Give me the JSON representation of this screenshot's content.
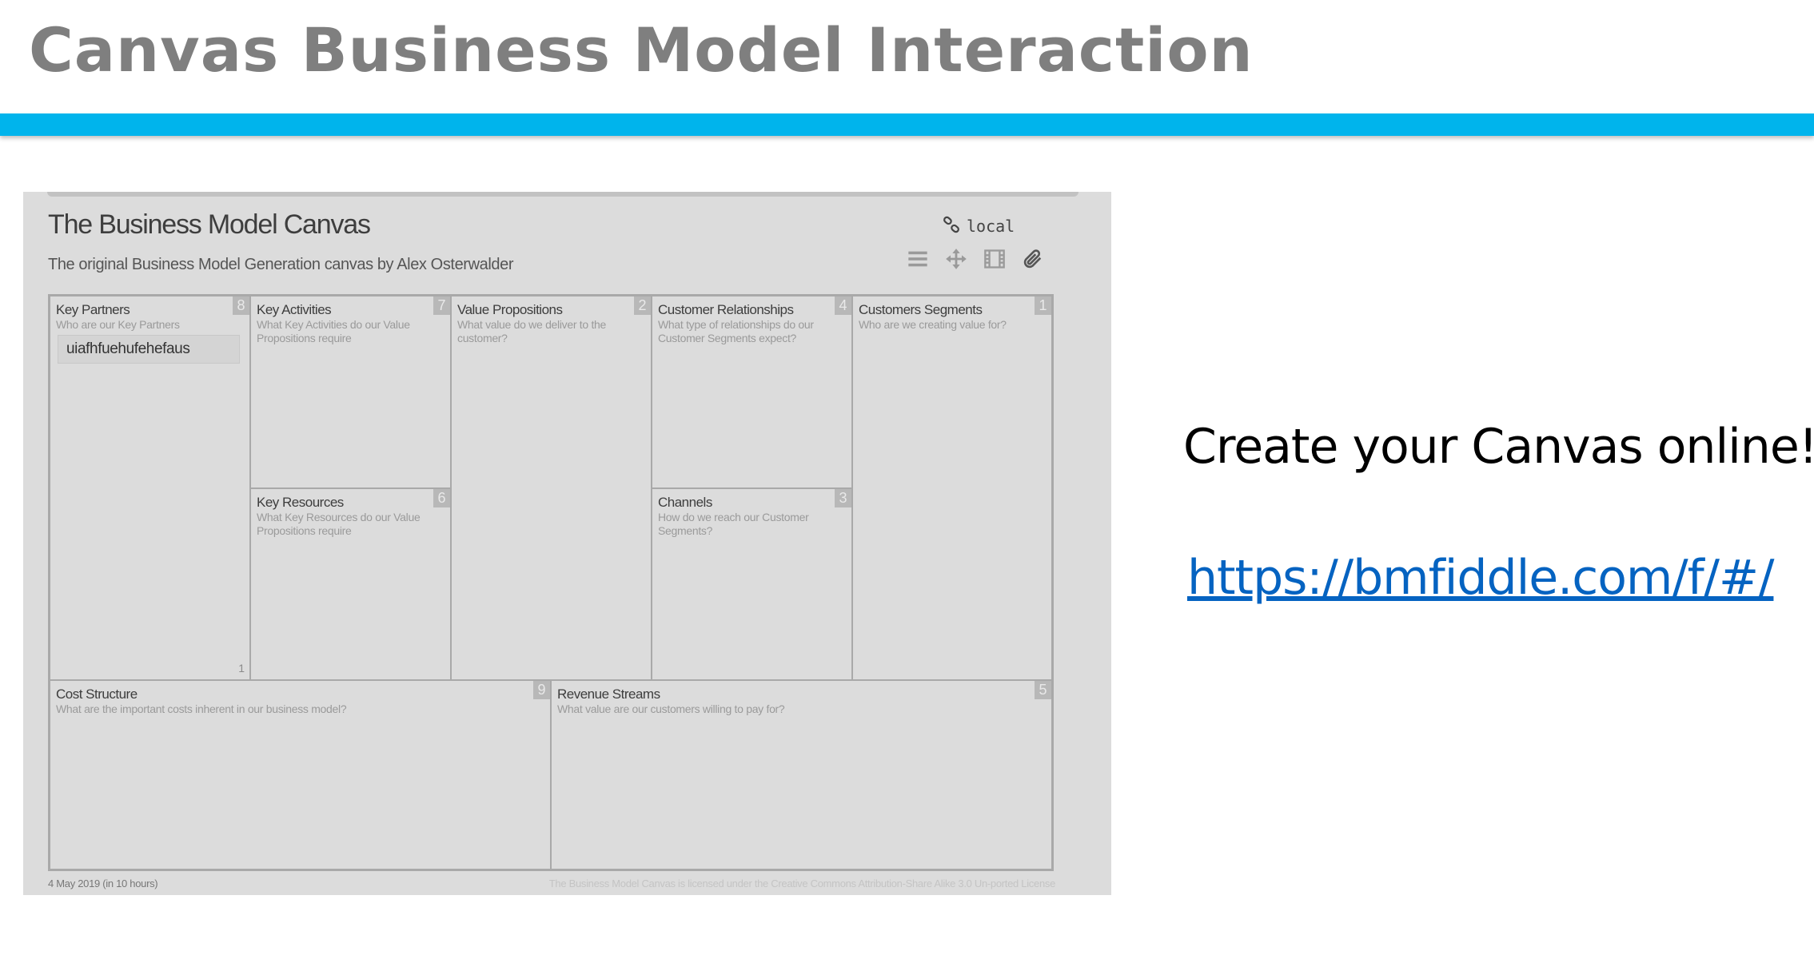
{
  "slide": {
    "title": "Canvas Business Model Interaction",
    "accent_color": "#00b4ec"
  },
  "canvas_app": {
    "title": "The Business Model Canvas",
    "subtitle": "The original Business Model Generation canvas by Alex Osterwalder",
    "link_label": "local",
    "toolbar_icons": [
      "list-icon",
      "move-icon",
      "film-icon",
      "paperclip-icon"
    ],
    "blocks": {
      "key_partners": {
        "title": "Key Partners",
        "question": "Who are our Key Partners",
        "number": "8",
        "note": "uiafhfuehufehefaus",
        "note_count": "1"
      },
      "key_activities": {
        "title": "Key Activities",
        "question": "What Key Activities do our Value Propositions require",
        "number": "7"
      },
      "key_resources": {
        "title": "Key Resources",
        "question": "What Key Resources do our Value Propositions require",
        "number": "6"
      },
      "value_propositions": {
        "title": "Value Propositions",
        "question": "What value do we deliver to the customer?",
        "number": "2"
      },
      "customer_relationships": {
        "title": "Customer Relationships",
        "question": "What type of relationships do our Customer Segments expect?",
        "number": "4"
      },
      "channels": {
        "title": "Channels",
        "question": "How do we reach our Customer Segments?",
        "number": "3"
      },
      "customer_segments": {
        "title": "Customers Segments",
        "question": "Who are we creating value for?",
        "number": "1"
      },
      "cost_structure": {
        "title": "Cost Structure",
        "question": "What are the important costs inherent in our business model?",
        "number": "9"
      },
      "revenue_streams": {
        "title": "Revenue Streams",
        "question": "What value are our customers willing to pay for?",
        "number": "5"
      }
    },
    "footer_date": "4 May 2019 (in 10 hours)",
    "footer_license": "The Business Model Canvas is licensed under the Creative Commons Attribution-Share Alike 3.0 Un-ported License"
  },
  "promo": {
    "text": "Create your Canvas online!",
    "link": "https://bmfiddle.com/f/#/"
  }
}
